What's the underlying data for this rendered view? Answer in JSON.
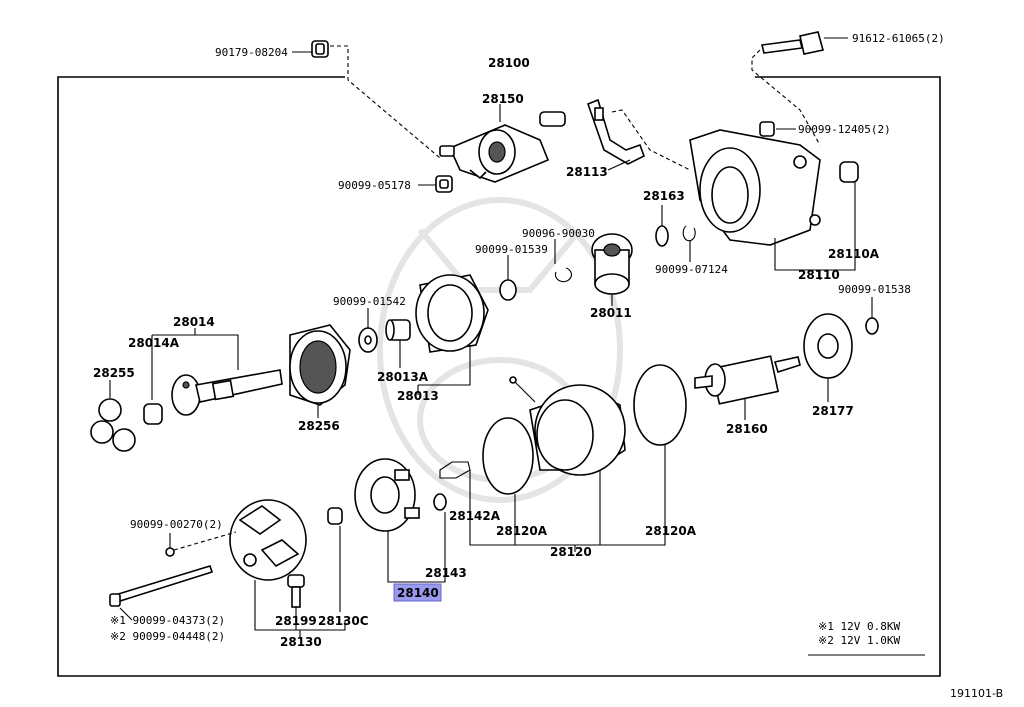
{
  "labels": {
    "p90179_08204": "90179-08204",
    "p91612_61065": "91612-61065(2)",
    "p28100": "28100",
    "p28150": "28150",
    "p90099_12405": "90099-12405(2)",
    "p28113": "28113",
    "p90099_05178": "90099-05178",
    "p28163": "28163",
    "p90096_90030": "90096-90030",
    "p90099_01539": "90099-01539",
    "p90099_07124": "90099-07124",
    "p28110A": "28110A",
    "p28110": "28110",
    "p28014": "28014",
    "p90099_01542": "90099-01542",
    "p28011": "28011",
    "p90099_01538": "90099-01538",
    "p28014A": "28014A",
    "p28255": "28255",
    "p28013A": "28013A",
    "p28013": "28013",
    "p28256": "28256",
    "p28177": "28177",
    "p28160": "28160",
    "p90099_00270": "90099-00270(2)",
    "p28142A": "28142A",
    "p28120A_l": "28120A",
    "p28120A_r": "28120A",
    "p28120": "28120",
    "p28143": "28143",
    "p28140": "28140",
    "p90099_04373": "※1 90099-04373(2)",
    "p90099_04448": "※2 90099-04448(2)",
    "p28199": "28199",
    "p28130C": "28130C",
    "p28130": "28130"
  },
  "notes": {
    "note1": "※1 12V  0.8KW",
    "note2": "※2 12V  1.0KW"
  },
  "highlight_color": "#9999ee",
  "figure_id": "191101-B"
}
